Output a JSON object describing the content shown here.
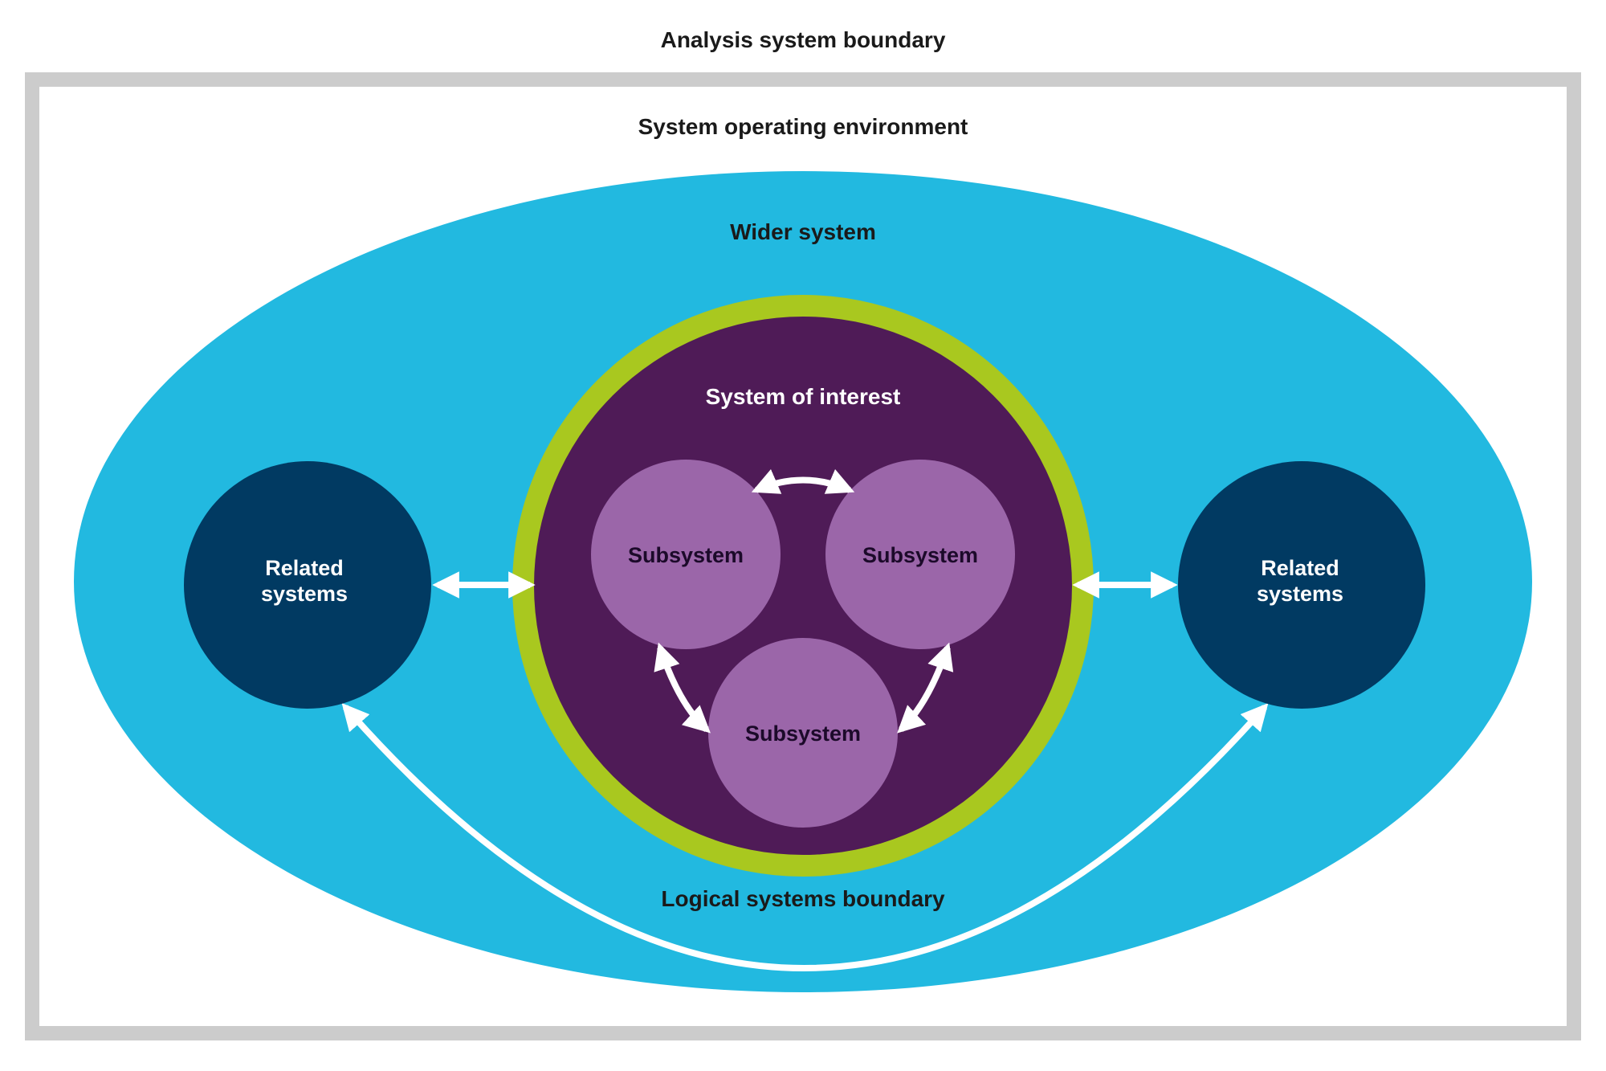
{
  "analysis_boundary": {
    "label": "Analysis system boundary"
  },
  "environment": {
    "label": "System operating environment"
  },
  "wider_system": {
    "label": "Wider system"
  },
  "system_of_interest": {
    "label": "System of interest"
  },
  "subsystems": [
    {
      "label": "Subsystem"
    },
    {
      "label": "Subsystem"
    },
    {
      "label": "Subsystem"
    }
  ],
  "related_systems": [
    {
      "line1": "Related",
      "line2": "systems"
    },
    {
      "line1": "Related",
      "line2": "systems"
    }
  ],
  "logical_boundary": {
    "label": "Logical systems boundary"
  },
  "colors": {
    "outer_frame": "#cccccc",
    "wider_system": "#22b9e0",
    "logical_boundary_ring": "#a9c81f",
    "system_of_interest": "#4f1b57",
    "subsystem": "#9b66a9",
    "related_systems": "#013a62",
    "connectors": "#ffffff"
  }
}
